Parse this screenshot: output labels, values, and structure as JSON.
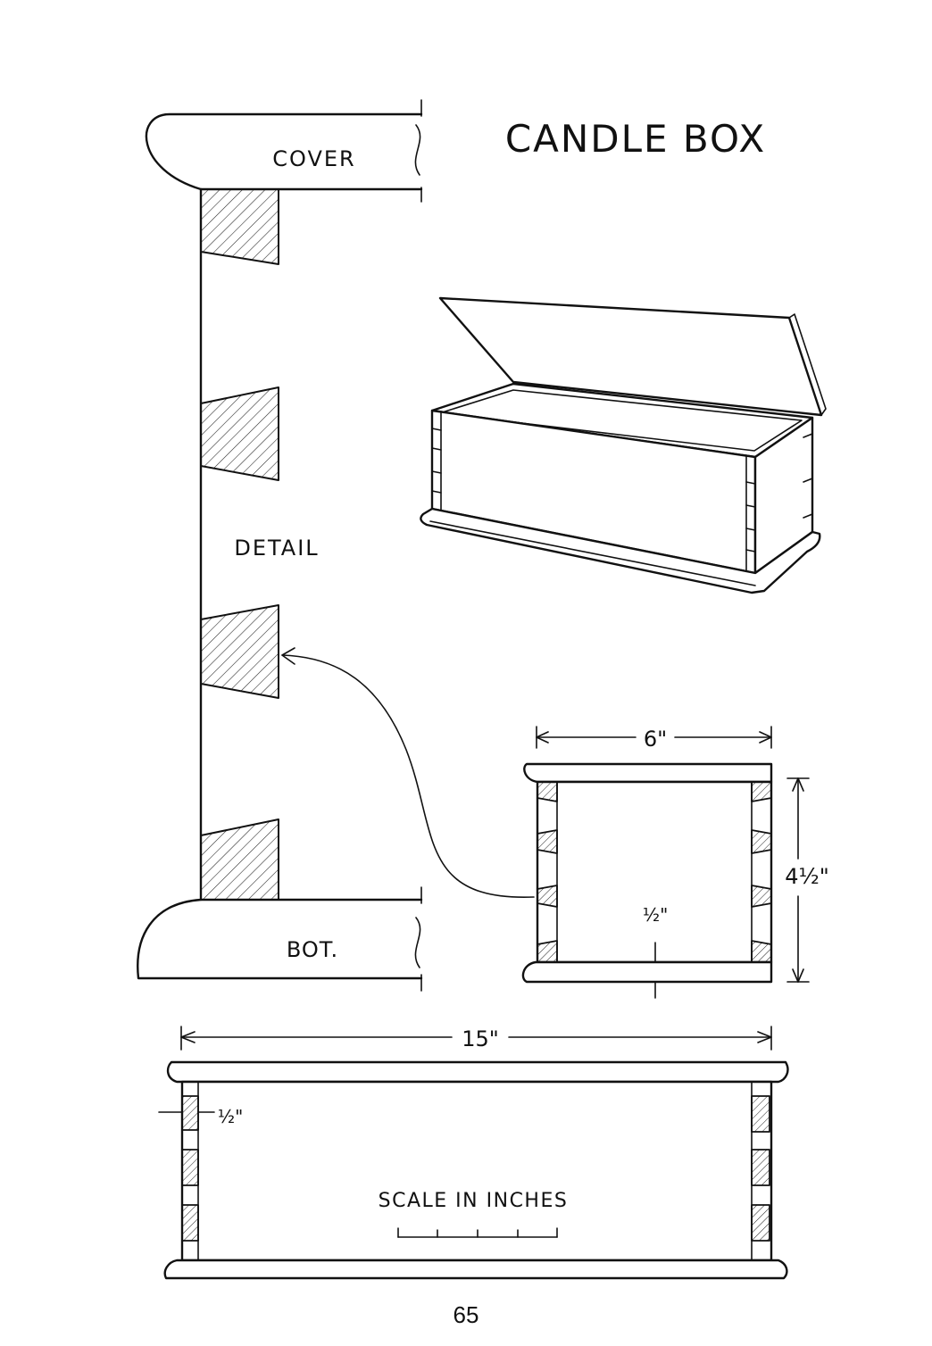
{
  "title": "CANDLE BOX",
  "labels": {
    "cover": "COVER",
    "bottom": "BOT.",
    "detail": "DETAIL",
    "scale": "SCALE IN INCHES"
  },
  "dimensions": {
    "width": "6\"",
    "height": "4½\"",
    "length": "15\"",
    "inner_half": "½\"",
    "dovetail_half": "½\""
  },
  "page_number": "65"
}
